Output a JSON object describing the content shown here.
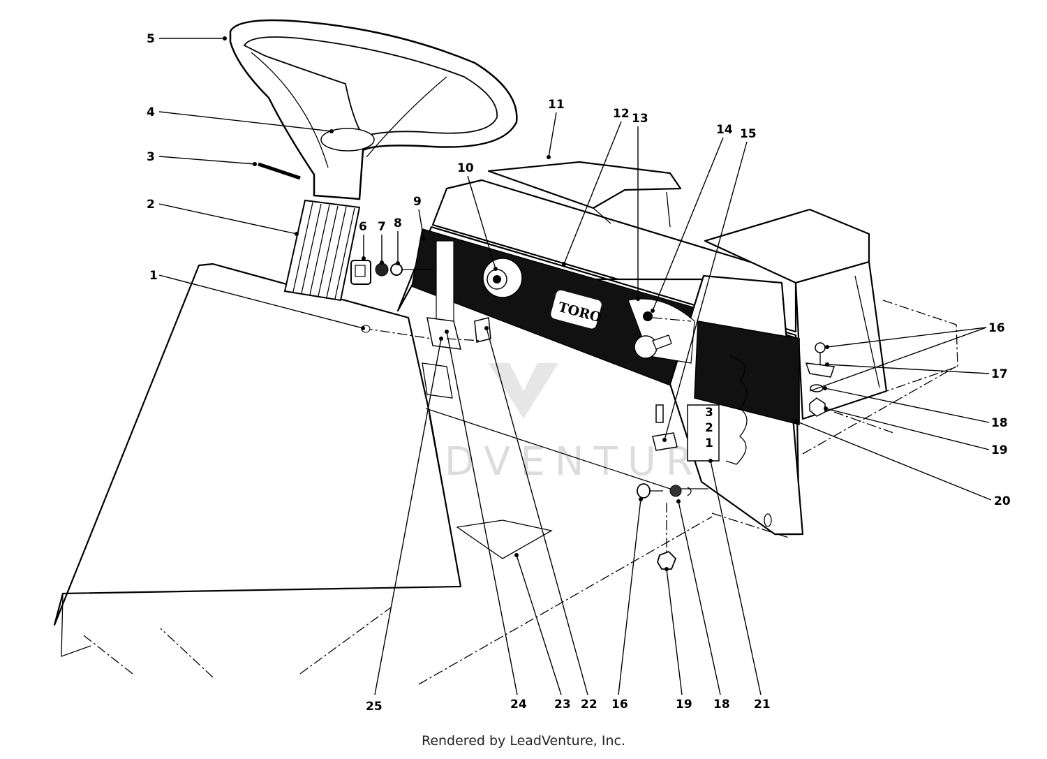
{
  "diagram": {
    "brand_decal": "TORO",
    "gear_indicator_numbers": [
      "3",
      "2",
      "1"
    ],
    "watermark_text": "LEADVENTURE",
    "callouts": [
      {
        "id": "c1",
        "label": "1"
      },
      {
        "id": "c2",
        "label": "2"
      },
      {
        "id": "c3",
        "label": "3"
      },
      {
        "id": "c4",
        "label": "4"
      },
      {
        "id": "c5",
        "label": "5"
      },
      {
        "id": "c6",
        "label": "6"
      },
      {
        "id": "c7",
        "label": "7"
      },
      {
        "id": "c8",
        "label": "8"
      },
      {
        "id": "c9",
        "label": "9"
      },
      {
        "id": "c10",
        "label": "10"
      },
      {
        "id": "c11",
        "label": "11"
      },
      {
        "id": "c12",
        "label": "12"
      },
      {
        "id": "c13",
        "label": "13"
      },
      {
        "id": "c14",
        "label": "14"
      },
      {
        "id": "c15",
        "label": "15"
      },
      {
        "id": "c16a",
        "label": "16"
      },
      {
        "id": "c17",
        "label": "17"
      },
      {
        "id": "c18a",
        "label": "18"
      },
      {
        "id": "c19a",
        "label": "19"
      },
      {
        "id": "c20",
        "label": "20"
      },
      {
        "id": "c21",
        "label": "21"
      },
      {
        "id": "c18b",
        "label": "18"
      },
      {
        "id": "c19b",
        "label": "19"
      },
      {
        "id": "c16b",
        "label": "16"
      },
      {
        "id": "c22",
        "label": "22"
      },
      {
        "id": "c23",
        "label": "23"
      },
      {
        "id": "c24",
        "label": "24"
      },
      {
        "id": "c25",
        "label": "25"
      }
    ]
  },
  "footer": {
    "credit": "Rendered by LeadVenture, Inc."
  }
}
